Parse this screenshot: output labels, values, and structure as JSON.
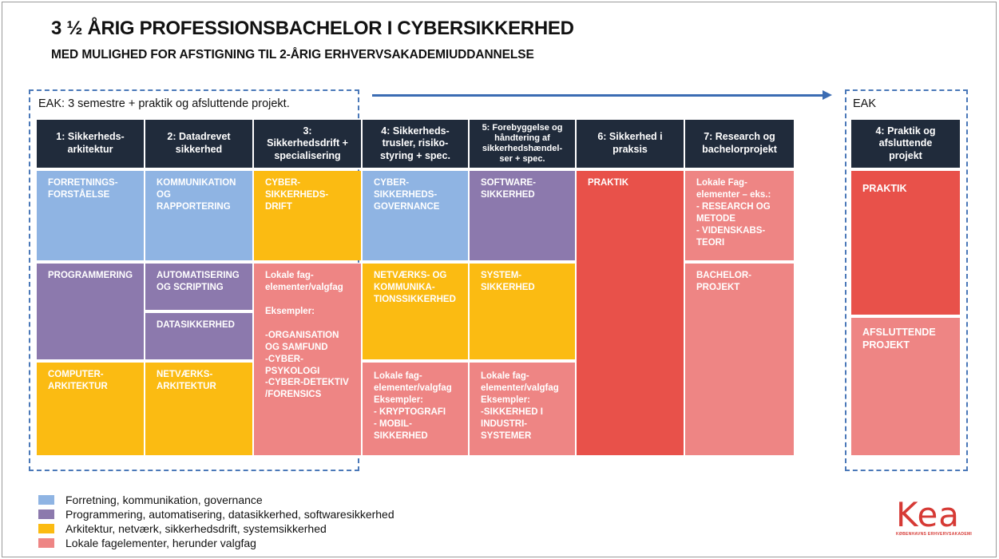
{
  "title": "3 ½ ÅRIG PROFESSIONSBACHELOR I CYBERSIKKERHED",
  "subtitle": "MED MULIGHED FOR AFSTIGNING TIL 2-ÅRIG ERHVERVSAKADEMIUDDANNELSE",
  "eak_left_label": "EAK: 3 semestre + praktik og afsluttende projekt.",
  "eak_right_label": "EAK",
  "colors": {
    "header": "#202b3b",
    "blue": "#8fb4e3",
    "purple": "#8c79ad",
    "yellow": "#fbbb12",
    "pink": "#ee8584",
    "red": "#e8514a",
    "dash": "#4a78b8"
  },
  "headers": {
    "h1": "1: Sikkerheds-\narkitektur",
    "h2": "2: Datadrevet\nsikkerhed",
    "h3": "3:\nSikkerhedsdrift +\nspecialisering",
    "h4": "4: Sikkerheds-\ntrusler, risiko-\nstyring + spec.",
    "h5": "5: Forebyggelse og\nhåndtering af\nsikkerhedshændel-\nser + spec.",
    "h6": "6: Sikkerhed i\npraksis",
    "h7": "7: Research og\nbachelorprojekt",
    "h8": "4: Praktik og\nafsluttende\nprojekt"
  },
  "cells": {
    "c1a": "FORRETNINGS-\nFORSTÅELSE",
    "c1b": "PROGRAMMERING",
    "c1c": "COMPUTER-\nARKITEKTUR",
    "c2a": "KOMMUNIKATION\nOG\nRAPPORTERING",
    "c2b": "AUTOMATISERING\nOG SCRIPTING",
    "c2c": "DATASIKKERHED",
    "c2d": "NETVÆRKS-\nARKITEKTUR",
    "c3a": "CYBER-\nSIKKERHEDS-\nDRIFT",
    "c3b": "Lokale fag-\nelementer/valgfag\n\nEksempler:\n\n-ORGANISATION\nOG SAMFUND\n-CYBER-\nPSYKOLOGI\n-CYBER-DETEKTIV\n/FORENSICS",
    "c4a": "CYBER-\nSIKKERHEDS-\nGOVERNANCE",
    "c4b": "NETVÆRKS- OG\nKOMMUNIKA-\nTIONSSIKKERHED",
    "c4c": "Lokale fag-\nelementer/valgfag\nEksempler:\n- KRYPTOGRAFI\n- MOBIL-\nSIKKERHED",
    "c5a": "SOFTWARE-\nSIKKERHED",
    "c5b": "SYSTEM-\nSIKKERHED",
    "c5c": "Lokale fag-\nelementer/valgfag\nEksempler:\n-SIKKERHED I\nINDUSTRI-\nSYSTEMER",
    "c6a": "PRAKTIK",
    "c7a": "Lokale Fag-\nelementer – eks.:\n- RESEARCH OG\nMETODE\n- VIDENSKABS-\nTEORI",
    "c7b": "BACHELOR-\nPROJEKT",
    "c8a": "PRAKTIK",
    "c8b": "AFSLUTTENDE\nPROJEKT"
  },
  "legend": [
    {
      "label": "Forretning, kommunikation, governance",
      "color": "#8fb4e3"
    },
    {
      "label": "Programmering, automatisering, datasikkerhed, softwaresikkerhed",
      "color": "#8c79ad"
    },
    {
      "label": "Arkitektur, netværk, sikkerhedsdrift, systemsikkerhed",
      "color": "#fbbb12"
    },
    {
      "label": "Lokale fagelementer, herunder valgfag",
      "color": "#ee8584"
    }
  ],
  "logo": {
    "text": "Kea",
    "subtext": "KØBENHAVNS ERHVERVSAKADEMI"
  }
}
